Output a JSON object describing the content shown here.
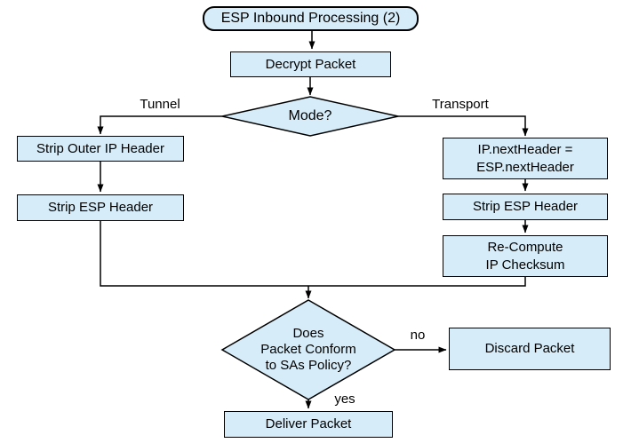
{
  "diagram_title": "ESP Inbound Processing (2)",
  "nodes": {
    "start": "ESP Inbound Processing (2)",
    "decrypt": "Decrypt Packet",
    "mode_decision": "Mode?",
    "strip_outer_ip": "Strip Outer IP Header",
    "strip_esp_tunnel": "Strip ESP Header",
    "set_next_header": "IP.nextHeader =\nESP.nextHeader",
    "strip_esp_transport": "Strip ESP Header",
    "recompute_checksum": "Re-Compute\nIP Checksum",
    "policy_decision": "Does\nPacket Conform\nto SAs Policy?",
    "discard": "Discard Packet",
    "deliver": "Deliver Packet"
  },
  "edge_labels": {
    "tunnel": "Tunnel",
    "transport": "Transport",
    "no": "no",
    "yes": "yes"
  },
  "colors": {
    "node_fill": "#d6ecf8",
    "node_stroke": "#000000",
    "connector": "#000000",
    "background": "#ffffff"
  }
}
